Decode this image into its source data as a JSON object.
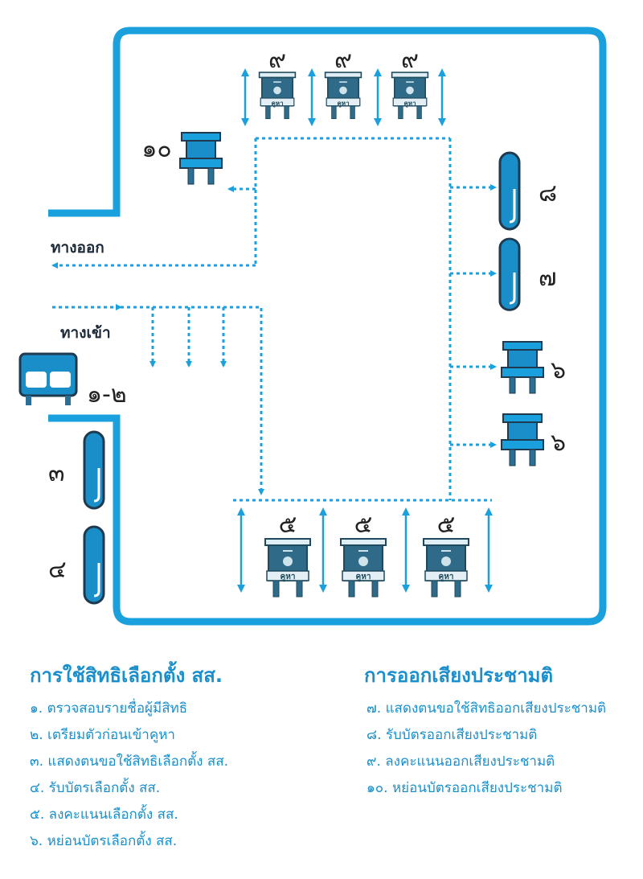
{
  "diagram": {
    "exit_label": "ทางออก",
    "entrance_label": "ทางเข้า",
    "station_labels": {
      "s1_2": "๑-๒",
      "s3": "๓",
      "s4": "๔",
      "s5": "๕",
      "s6": "๖",
      "s7": "๗",
      "s8": "๘",
      "s9": "๙",
      "s10": "๑๐"
    },
    "booth_sign": "คูหา",
    "colors": {
      "wall": "#1aa0dc",
      "booth": "#2f6b88",
      "ballot_box": "#1a8ec9"
    }
  },
  "legend_mp": {
    "title": "การใช้สิทธิเลือกตั้ง สส.",
    "items": [
      "๑. ตรวจสอบรายชื่อผู้มีสิทธิ",
      "๒. เตรียมตัวก่อนเข้าคูหา",
      "๓. แสดงตนขอใช้สิทธิเลือกตั้ง สส.",
      "๔. รับบัตรเลือกตั้ง สส.",
      "๕. ลงคะแนนเลือกตั้ง สส.",
      "๖. หย่อนบัตรเลือกตั้ง สส."
    ]
  },
  "legend_referendum": {
    "title": "การออกเสียงประชามติ",
    "items": [
      "๗. แสดงตนขอใช้สิทธิออกเสียงประชามติ",
      "๘. รับบัตรออกเสียงประชามติ",
      "๙. ลงคะแนนออกเสียงประชามติ",
      "๑๐. หย่อนบัตรออกเสียงประชามติ"
    ]
  }
}
